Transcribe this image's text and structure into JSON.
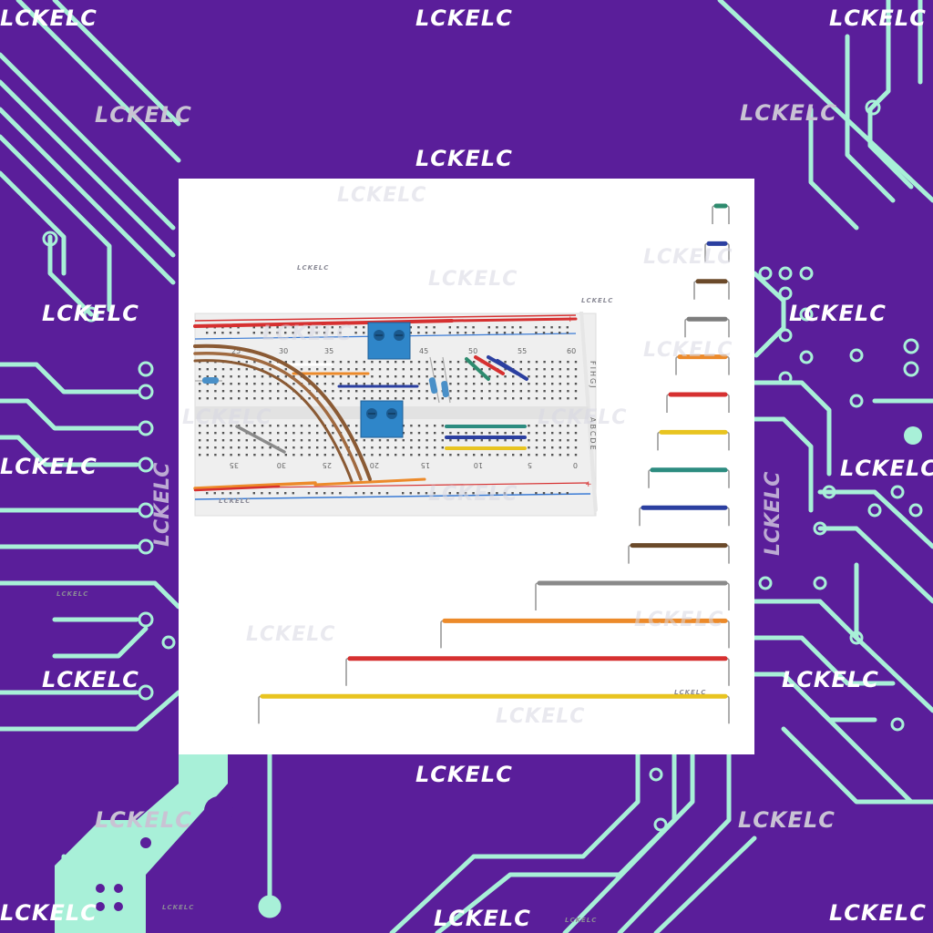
{
  "watermark": {
    "text": "LCKELC"
  },
  "breadboard": {
    "top_numbers": [
      "25",
      "30",
      "35",
      "40",
      "45",
      "50",
      "55",
      "60"
    ],
    "bottom_numbers": [
      "35",
      "30",
      "25",
      "20",
      "15",
      "10",
      "5",
      "0"
    ],
    "right_letters_top": "FIHGJ",
    "right_letters_bottom": "ABCDE",
    "plus_sign": "+"
  },
  "colors": {
    "background": "#5a1e9a",
    "traces": "#a8f0d8",
    "panel": "#ffffff",
    "terminal_block": "#2f86c9"
  },
  "jumper_wires": [
    {
      "color": "#2e8b6e"
    },
    {
      "color": "#2b3fa0"
    },
    {
      "color": "#6b4a2a"
    },
    {
      "color": "#7d7d7d"
    },
    {
      "color": "#ec8a2a"
    },
    {
      "color": "#d63030"
    },
    {
      "color": "#e8c420"
    },
    {
      "color": "#2c8c80"
    },
    {
      "color": "#2b3fa0"
    },
    {
      "color": "#6b4a2a"
    },
    {
      "color": "#8a8a8a"
    },
    {
      "color": "#ec8a2a"
    },
    {
      "color": "#d63030"
    },
    {
      "color": "#e8c420"
    }
  ]
}
